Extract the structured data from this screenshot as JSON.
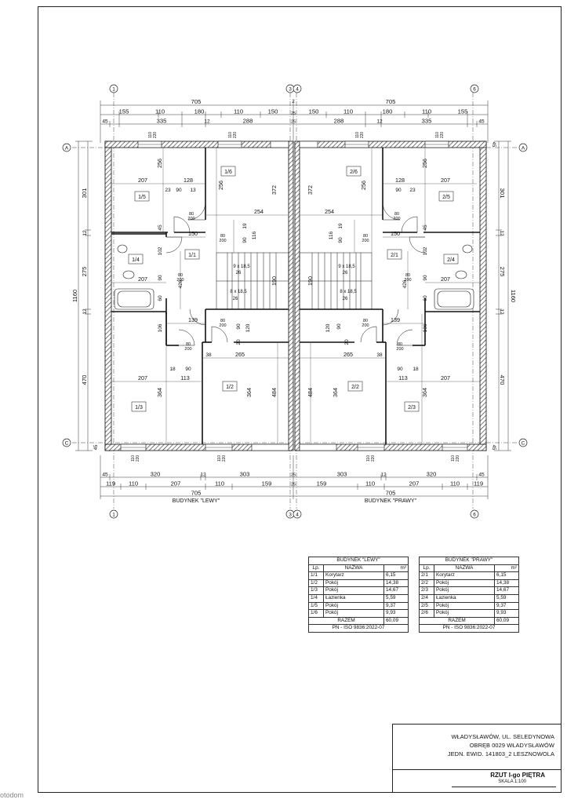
{
  "plan": {
    "axes": {
      "n1": "1",
      "n3": "3",
      "n4": "4",
      "n6": "6",
      "A": "A",
      "C": "C"
    },
    "top_dims": {
      "total_left": "705",
      "total_right": "705",
      "row2_left": [
        "155",
        "110",
        "180",
        "110",
        "150"
      ],
      "row2_right": [
        "150",
        "110",
        "180",
        "110",
        "155"
      ],
      "row3_left": [
        "45",
        "335",
        "12",
        "288"
      ],
      "row3_right": [
        "288",
        "12",
        "335",
        "45"
      ],
      "mid": "2",
      "mid2": "25",
      "mid3": "25"
    },
    "bottom_dims": {
      "row1_left": [
        "45",
        "320",
        "12",
        "303"
      ],
      "row1_right": [
        "303",
        "12",
        "320",
        "45"
      ],
      "row2_left": [
        "119",
        "110",
        "207",
        "110",
        "159"
      ],
      "row2_right": [
        "159",
        "110",
        "207",
        "110",
        "119"
      ],
      "total_left": "705",
      "total_right": "705",
      "mid": "25",
      "mid2": "25"
    },
    "side_dims": {
      "s301": "301",
      "s12": "12",
      "s275": "275",
      "s470": "470",
      "s1160": "1160",
      "s45": "45"
    },
    "buildings": {
      "left": "BUDYNEK \"LEWY\"",
      "right": "BUDYNEK \"PRAWY\""
    },
    "rooms": {
      "l11": "1/1",
      "l12": "1/2",
      "l13": "1/3",
      "l14": "1/4",
      "l15": "1/5",
      "l16": "1/6",
      "r21": "2/1",
      "r22": "2/2",
      "r23": "2/3",
      "r24": "2/4",
      "r25": "2/5",
      "r26": "2/6"
    },
    "inner": {
      "d207": "207",
      "d128": "128",
      "d256": "256",
      "d372": "372",
      "d254": "254",
      "d150": "150",
      "d139": "139",
      "d265": "265",
      "d364": "364",
      "d484": "484",
      "d113": "113",
      "d90": "90",
      "d23": "23",
      "d13": "13",
      "d116": "116",
      "d19": "19",
      "d190": "190",
      "d120": "120",
      "d20": "20",
      "d38": "38",
      "d18": "18",
      "d106": "106",
      "d426": "426",
      "d102": "102",
      "d45": "45",
      "d60": "60",
      "door": "80",
      "door2": "200",
      "win": "110",
      "win2": "220",
      "stairs1": "9 x 18,5",
      "stairs2": "8 x 18,5",
      "stairs26": "26"
    }
  },
  "table_left": {
    "title": "BUDYNEK \"LEWY\"",
    "h_lp": "Lp.",
    "h_name": "NAZWA",
    "h_m2": "m²",
    "rows": [
      {
        "lp": "1/1",
        "name": "Korytarz",
        "m2": "6,15"
      },
      {
        "lp": "1/2",
        "name": "Pokój",
        "m2": "14,38"
      },
      {
        "lp": "1/3",
        "name": "Pokój",
        "m2": "14,67"
      },
      {
        "lp": "1/4",
        "name": "Łazienka",
        "m2": "5,59"
      },
      {
        "lp": "1/5",
        "name": "Pokój",
        "m2": "9,37"
      },
      {
        "lp": "1/6",
        "name": "Pokój",
        "m2": "9,93"
      }
    ],
    "total_label": "RAZEM",
    "total": "60,09",
    "norm": "PN - ISO 9836:2022-07"
  },
  "table_right": {
    "title": "BUDYNEK \"PRAWY\"",
    "h_lp": "Lp.",
    "h_name": "NAZWA",
    "h_m2": "m²",
    "rows": [
      {
        "lp": "2/1",
        "name": "Korytarz",
        "m2": "6,15"
      },
      {
        "lp": "2/2",
        "name": "Pokój",
        "m2": "14,38"
      },
      {
        "lp": "2/3",
        "name": "Pokój",
        "m2": "14,67"
      },
      {
        "lp": "2/4",
        "name": "Łazienka",
        "m2": "5,59"
      },
      {
        "lp": "2/5",
        "name": "Pokój",
        "m2": "9,37"
      },
      {
        "lp": "2/6",
        "name": "Pokój",
        "m2": "9,93"
      }
    ],
    "total_label": "RAZEM",
    "total": "60,09",
    "norm": "PN - ISO 9836:2022-07"
  },
  "title_block": {
    "line1": "WŁADYSŁAWÓW, UL. SELEDYNOWA",
    "line2": "OBRĘB 0029 WŁADYSŁAWÓW",
    "line3": "JEDN. EWID. 141803_2 LESZNOWOLA",
    "drawing": "RZUT I-go PIĘTRA",
    "scale": "SKALA 1:100"
  },
  "watermark": "otodom"
}
